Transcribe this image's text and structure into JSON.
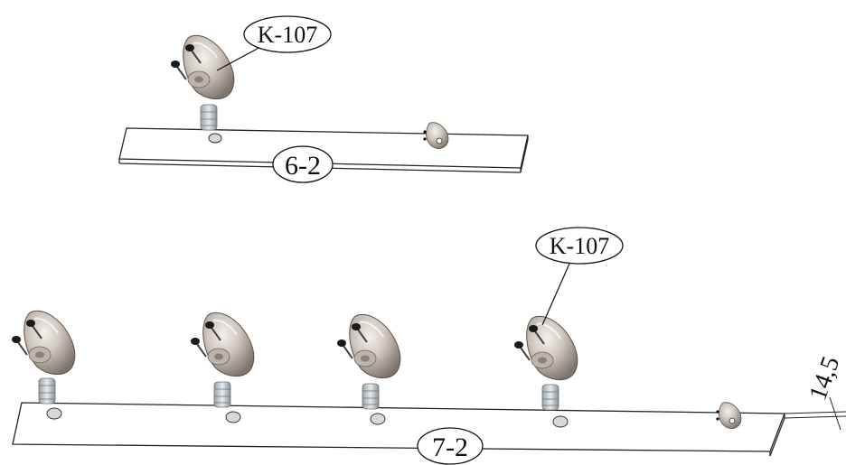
{
  "diagram": {
    "top_assembly": {
      "part_label": "6-2",
      "callout_label": "K-107"
    },
    "bottom_assembly": {
      "part_label": "7-2",
      "callout_label": "K-107"
    },
    "dimension": {
      "value": "14,5"
    }
  }
}
